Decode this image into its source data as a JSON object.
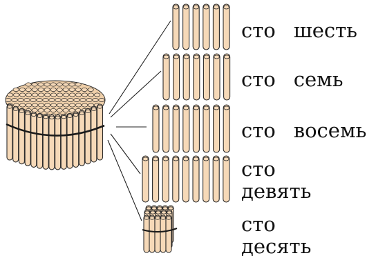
{
  "colors": {
    "stick_fill": "#f6d9b8",
    "stick_outline": "#2a2a2a",
    "band": "#1a1a1a",
    "text": "#111111"
  },
  "counts": {
    "sticks_in_rows": [
      6,
      7,
      8,
      9
    ],
    "bundle_of_ten": 10,
    "big_bundle": 100
  },
  "labels": [
    {
      "id": "106",
      "words": [
        "сто",
        "шесть"
      ]
    },
    {
      "id": "107",
      "words": [
        "сто",
        "семь"
      ]
    },
    {
      "id": "108",
      "words": [
        "сто",
        "восемь"
      ]
    },
    {
      "id": "109",
      "words": [
        "сто",
        "девять"
      ]
    },
    {
      "id": "110",
      "words": [
        "сто",
        "десять"
      ]
    }
  ]
}
